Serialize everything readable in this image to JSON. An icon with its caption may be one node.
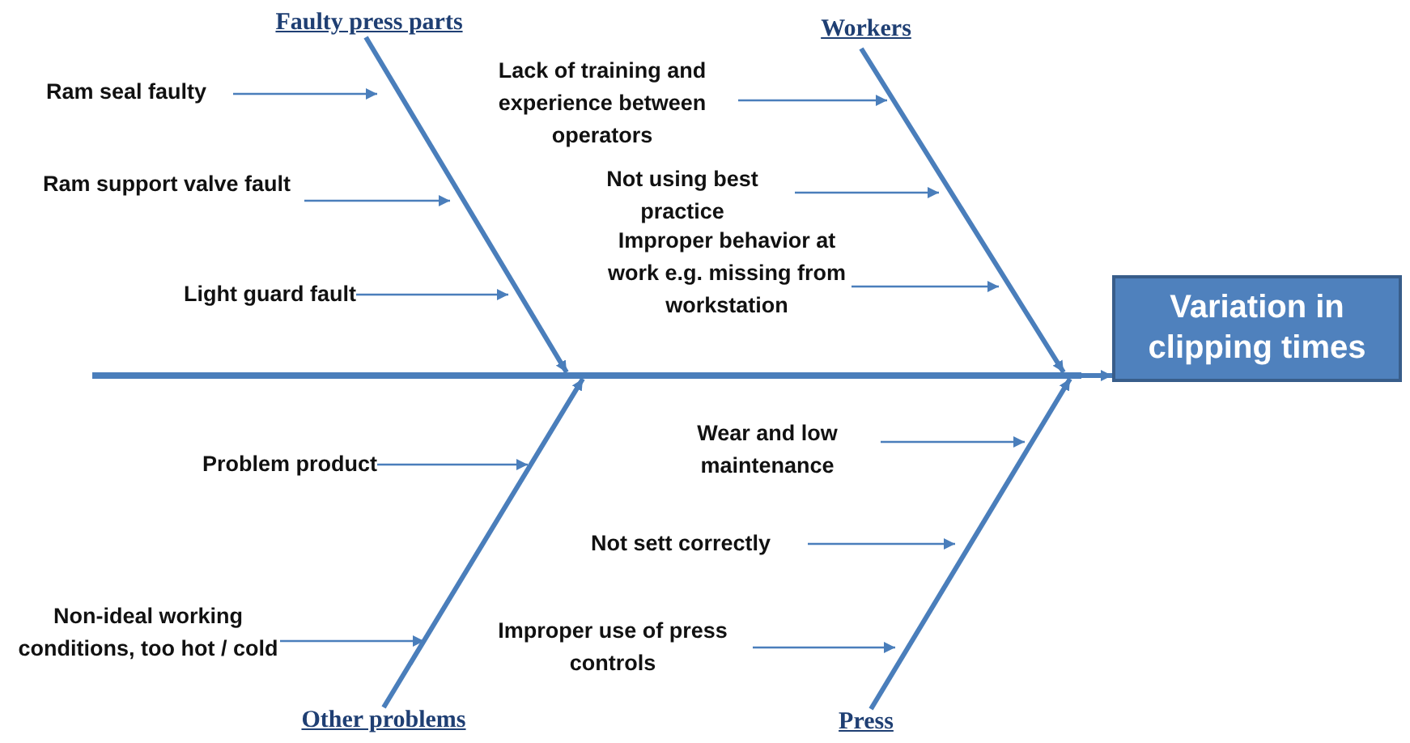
{
  "diagram": {
    "nodes": [
      {
        "text": [
          "Faulty press parts"
        ]
      },
      {
        "text": [
          "Workers"
        ]
      },
      {
        "text": [
          "Other problems"
        ]
      },
      {
        "text": [
          "Press"
        ]
      },
      {
        "text": [
          "Variation in clipping times"
        ]
      },
      {
        "text": [
          "Ram seal faulty"
        ]
      },
      {
        "text": [
          "Ram support valve fault"
        ]
      },
      {
        "text": [
          "Light guard fault"
        ]
      },
      {
        "text": [
          "Lack of training and experience between operators"
        ]
      },
      {
        "text": [
          "Not using best practice"
        ]
      },
      {
        "text": [
          "Improper behavior at work e.g. missing from workstation"
        ]
      },
      {
        "text": [
          "Problem product"
        ]
      },
      {
        "text": [
          "Non-ideal working conditions, too hot / cold"
        ]
      },
      {
        "text": [
          "Wear and low maintenance"
        ]
      },
      {
        "text": [
          "Not sett correctly"
        ]
      },
      {
        "text": [
          "Improper use of press controls"
        ]
      },
      {
        "text": [],
        "shape": "bar"
      }
    ],
    "edges": [
      {
        "from": 16,
        "to": 4,
        "arrow": "to",
        "style": "thick"
      },
      {
        "from": 0,
        "to": 16,
        "arrow": "to",
        "style": "thick"
      },
      {
        "from": 1,
        "to": 16,
        "arrow": "to",
        "style": "thick"
      },
      {
        "from": 2,
        "to": 16,
        "arrow": "to",
        "style": "thick"
      },
      {
        "from": 3,
        "to": 16,
        "arrow": "to",
        "style": "thick"
      },
      {
        "from": 5,
        "to": null,
        "arrow": "to"
      },
      {
        "from": 6,
        "to": null,
        "arrow": "to"
      },
      {
        "from": 7,
        "to": null,
        "arrow": "to"
      },
      {
        "from": 8,
        "to": null,
        "arrow": "to"
      },
      {
        "from": 9,
        "to": null,
        "arrow": "to"
      },
      {
        "from": 10,
        "to": null,
        "arrow": "to"
      },
      {
        "from": 11,
        "to": null,
        "arrow": "to"
      },
      {
        "from": 12,
        "to": null,
        "arrow": "to"
      },
      {
        "from": 13,
        "to": null,
        "arrow": "to"
      },
      {
        "from": 14,
        "to": null,
        "arrow": "to"
      },
      {
        "from": 15,
        "to": null,
        "arrow": "to"
      }
    ]
  }
}
